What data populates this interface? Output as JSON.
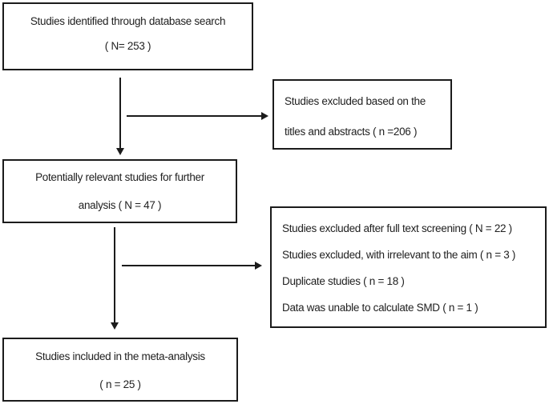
{
  "diagram": {
    "type": "flowchart",
    "colors": {
      "border": "#1b1b1b",
      "text": "#212121",
      "background": "#ffffff"
    },
    "boxes": {
      "identified": {
        "lines": [
          "Studies identified through database search",
          "( N= 253 )"
        ]
      },
      "excluded_titles_abstracts": {
        "lines": [
          "Studies excluded based on the",
          "titles and abstracts ( n =206 )"
        ]
      },
      "relevant": {
        "lines": [
          "Potentially relevant studies for further",
          "analysis ( N = 47 )"
        ]
      },
      "excluded_fulltext": {
        "lines": [
          "Studies excluded after full text screening ( N = 22 )",
          "Studies excluded, with irrelevant to the aim ( n = 3 )",
          "Duplicate studies ( n = 18 )",
          "Data was unable to calculate SMD ( n = 1 )"
        ]
      },
      "included": {
        "lines": [
          "Studies included in the meta-analysis",
          "( n = 25 )"
        ]
      }
    }
  }
}
